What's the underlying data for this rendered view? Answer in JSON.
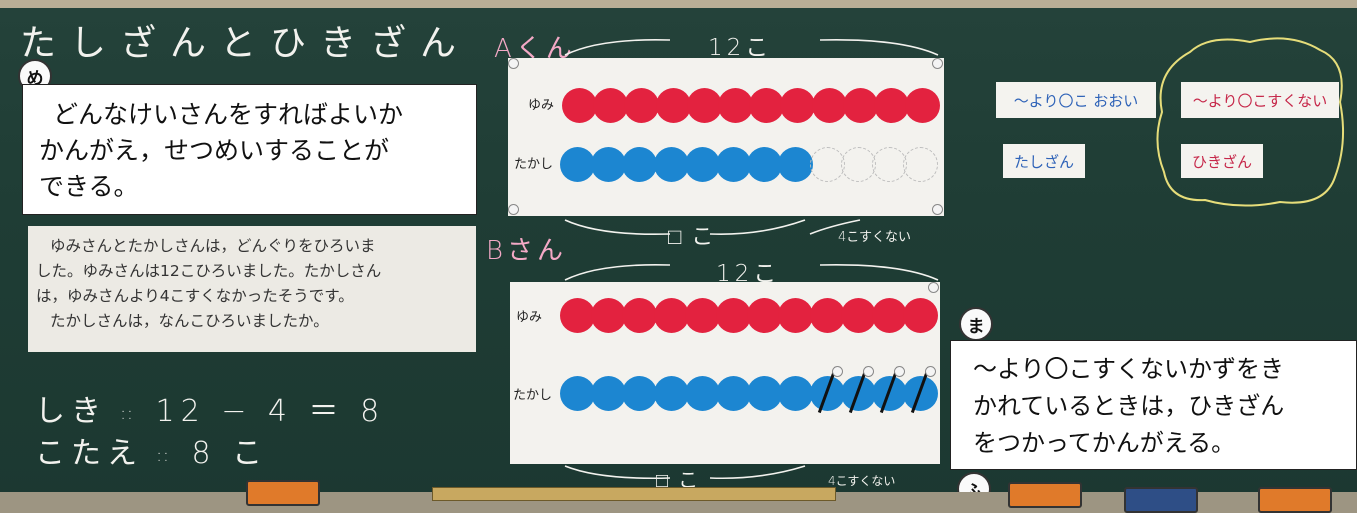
{
  "board_title": "たしざんとひきざん",
  "badges": {
    "me": "め",
    "ma": "ま",
    "fu": "ふ"
  },
  "goal_card": {
    "lines": [
      "どんなけいさんをすればよいか",
      "かんがえ，せつめいすることが",
      "できる。"
    ]
  },
  "problem_paper": {
    "lines": [
      "ゆみさんとたかしさんは，どんぐりをひろいま",
      "した。ゆみさんは12こひろいました。たかしさん",
      "は，ゆみさんより4こすくなかったそうです。",
      "たかしさんは，なんこひろいましたか。"
    ]
  },
  "expression": {
    "label": "しき",
    "text": "12 − 4 ＝ 8"
  },
  "answer": {
    "label": "こたえ",
    "text": "8 こ"
  },
  "diagram_a": {
    "title": "Aくん",
    "total_label": "12こ",
    "row1_label": "ゆみ",
    "row2_label": "たかし",
    "row1_count": 12,
    "row2_filled": 8,
    "row2_empty": 4,
    "box_label": "□こ",
    "less_label": "4こすくない"
  },
  "diagram_b": {
    "title": "Bさん",
    "total_label": "12こ",
    "row1_label": "ゆみ",
    "row2_label": "たかし",
    "row1_count": 12,
    "row2_count": 12,
    "crossed_out": 4,
    "box_label": "□こ",
    "less_label": "4こすくない"
  },
  "keyword_strips": [
    {
      "text": "〜より〇こ おおい",
      "color": "blue"
    },
    {
      "text": "〜より〇こすくない",
      "color": "red"
    },
    {
      "text": "たしざん",
      "color": "blue"
    },
    {
      "text": "ひきざん",
      "color": "red"
    }
  ],
  "summary_card": {
    "lines": [
      "〜より〇こすくないかずをき",
      "かれているときは，ひきざん",
      "をつかってかんがえる。"
    ]
  },
  "colors": {
    "board": "#1f3d35",
    "red_dot": "#e3223f",
    "blue_dot": "#1c86d1",
    "chalk": "#f2f2ee",
    "chalk_pink": "#f3a9c6",
    "chalk_yellow": "#e6dd7a"
  }
}
